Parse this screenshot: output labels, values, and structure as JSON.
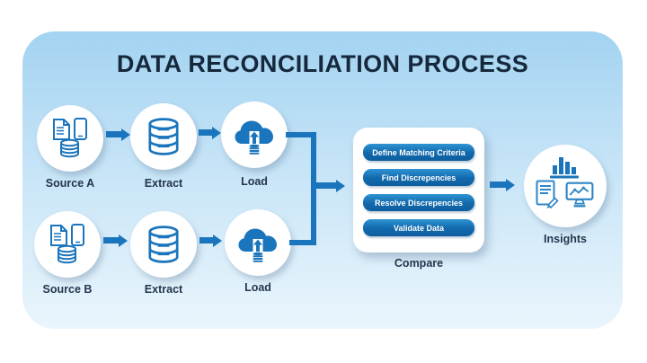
{
  "title": "DATA RECONCILIATION PROCESS",
  "nodes": {
    "source_a": {
      "label": "Source A"
    },
    "extract_a": {
      "label": "Extract"
    },
    "load_a": {
      "label": "Load"
    },
    "source_b": {
      "label": "Source B"
    },
    "extract_b": {
      "label": "Extract"
    },
    "load_b": {
      "label": "Load"
    },
    "insights": {
      "label": "Insights"
    }
  },
  "compare": {
    "label": "Compare",
    "steps": [
      "Define Matching Criteria",
      "Find Discrepencies",
      "Resolve Discrepencies",
      "Validate Data"
    ]
  },
  "icons": [
    "document-icon",
    "smartphone-icon",
    "database-icon",
    "cloud-upload-icon",
    "bar-chart-icon",
    "report-pencil-icon",
    "monitor-chart-icon",
    "arrow-right-icon"
  ],
  "colors": {
    "primary_blue": "#1b75bc",
    "pill_gradient_top": "#2e94d4",
    "pill_gradient_bottom": "#0d5f9f",
    "pill_text": "#ffffff",
    "card_gradient_top": "#a3d3f1",
    "card_gradient_bottom": "#eaf5fc",
    "title_text": "#16283c",
    "label_text": "#24364e"
  }
}
